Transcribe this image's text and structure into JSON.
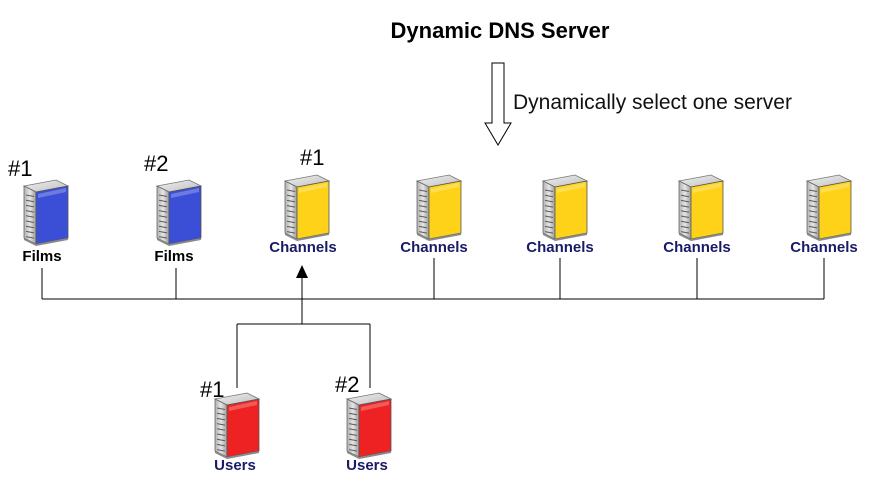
{
  "title": "Dynamic DNS Server",
  "arrow_label": "Dynamically select one server",
  "colors": {
    "films": "#3a4fd6",
    "channels": "#ffd21a",
    "users": "#ee2222",
    "films_label": "#000000",
    "channels_label": "#1a1a66",
    "users_label": "#1a1a66"
  },
  "servers": [
    {
      "id": "films-1",
      "label": "Films",
      "number": "#1",
      "kind": "films"
    },
    {
      "id": "films-2",
      "label": "Films",
      "number": "#2",
      "kind": "films"
    },
    {
      "id": "channels-1",
      "label": "Channels",
      "number": "#1",
      "kind": "channels"
    },
    {
      "id": "channels-2",
      "label": "Channels",
      "number": "",
      "kind": "channels"
    },
    {
      "id": "channels-3",
      "label": "Channels",
      "number": "",
      "kind": "channels"
    },
    {
      "id": "channels-4",
      "label": "Channels",
      "number": "",
      "kind": "channels"
    },
    {
      "id": "channels-5",
      "label": "Channels",
      "number": "",
      "kind": "channels"
    }
  ],
  "users": [
    {
      "id": "users-1",
      "label": "Users",
      "number": "#1",
      "kind": "users"
    },
    {
      "id": "users-2",
      "label": "Users",
      "number": "#2",
      "kind": "users"
    }
  ]
}
